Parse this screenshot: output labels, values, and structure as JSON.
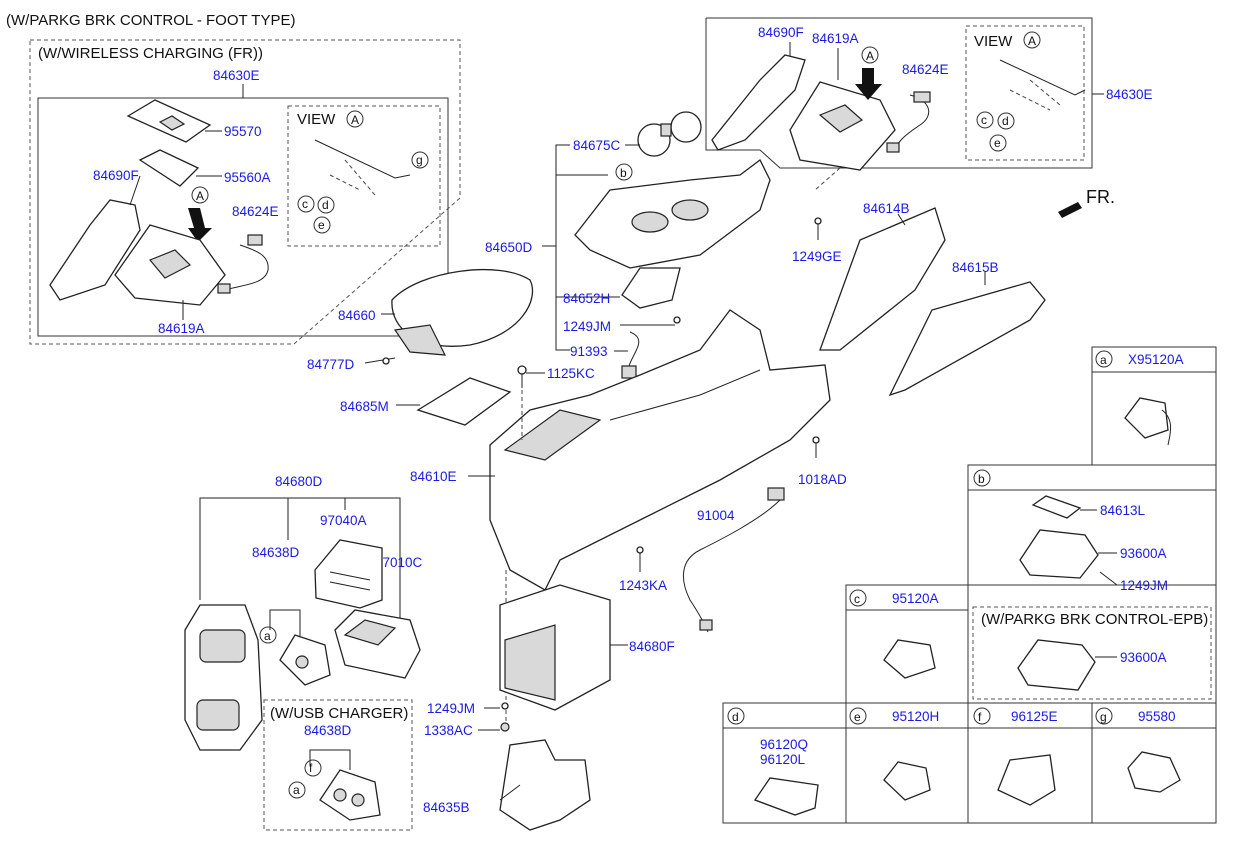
{
  "header": {
    "title": "(W/PARKG BRK CONTROL - FOOT TYPE)",
    "wireless_group": "(W/WIRELESS CHARGING (FR))",
    "usb_group": "(W/USB CHARGER)",
    "epb_group": "(W/PARKG BRK CONTROL-EPB)",
    "view_label": "VIEW",
    "view_mark": "A",
    "front_label": "FR."
  },
  "parts": {
    "p84630E_a": "84630E",
    "p95570": "95570",
    "p95560A": "95560A",
    "p84690F_a": "84690F",
    "p84624E_a": "84624E",
    "p84619A_a": "84619A",
    "p84690F_b": "84690F",
    "p84619A_b": "84619A",
    "p84624E_b": "84624E",
    "p84630E_b": "84630E",
    "p84675C": "84675C",
    "p84650D": "84650D",
    "p84652H": "84652H",
    "p1249JM_a": "1249JM",
    "p91393": "91393",
    "p1249GE": "1249GE",
    "p84614B": "84614B",
    "p84615B": "84615B",
    "p84660": "84660",
    "p84777D": "84777D",
    "p1125KC": "1125KC",
    "p84685M": "84685M",
    "p84610E": "84610E",
    "p1018AD": "1018AD",
    "p91004": "91004",
    "p1243KA": "1243KA",
    "p84680D": "84680D",
    "p97040A": "97040A",
    "p84638D_a": "84638D",
    "p97010C": "97010C",
    "p84680F": "84680F",
    "p1249JM_b": "1249JM",
    "p1338AC": "1338AC",
    "p84635B": "84635B",
    "p84638D_b": "84638D",
    "pX95120A": "X95120A",
    "p84613L": "84613L",
    "p93600A_a": "93600A",
    "p1249JM_c": "1249JM",
    "p95120A": "95120A",
    "p93600A_b": "93600A",
    "p96120Q": "96120Q",
    "p96120L": "96120L",
    "p95120H": "95120H",
    "p96125E": "96125E",
    "p95580": "95580"
  },
  "callouts": {
    "a": "a",
    "b": "b",
    "c": "c",
    "d": "d",
    "e": "e",
    "f": "f",
    "g": "g"
  }
}
